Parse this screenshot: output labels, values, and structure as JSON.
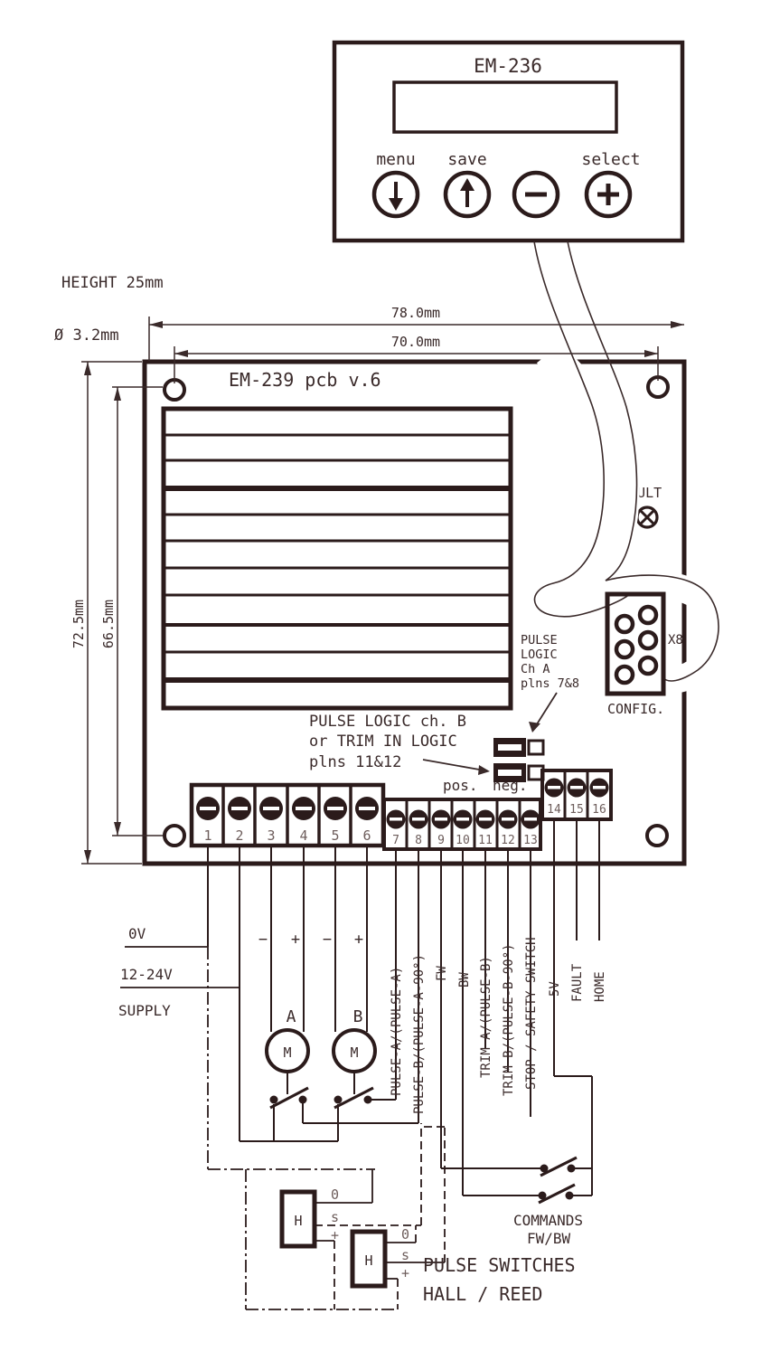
{
  "em236": {
    "title": "EM-236",
    "display_value": "",
    "buttons": [
      {
        "label": "menu",
        "glyph": "down-arrow"
      },
      {
        "label": "save",
        "glyph": "up-arrow"
      },
      {
        "label": "",
        "glyph": "minus"
      },
      {
        "label": "select",
        "glyph": "plus"
      }
    ]
  },
  "dimensions": {
    "height_note": "HEIGHT 25mm",
    "hole_diameter": "Ø 3.2mm",
    "width_outer": "78.0mm",
    "width_holes": "70.0mm",
    "height_outer": "72.5mm",
    "height_holes": "66.5mm"
  },
  "board": {
    "title": "EM-239 pcb v.6",
    "fault_label": "FAULT",
    "x8_label": "X8",
    "config_label": "CONFIG.",
    "pulse_logic_a": [
      "PULSE",
      "LOGIC",
      "Ch A",
      "plns 7&8"
    ],
    "pulse_logic_b": [
      "PULSE LOGIC ch. B",
      "or TRIM IN LOGIC",
      "plns 11&12"
    ],
    "pos_label": "pos.",
    "neg_label": "neg."
  },
  "terminals": [
    "1",
    "2",
    "3",
    "4",
    "5",
    "6",
    "7",
    "8",
    "9",
    "10",
    "11",
    "12",
    "13",
    "14",
    "15",
    "16"
  ],
  "pins": [
    {
      "pin": "7",
      "label": "PULSE-A/(PULSE-A)"
    },
    {
      "pin": "8",
      "label": "PULSE-B/(PULSE-A-90°)"
    },
    {
      "pin": "9",
      "label": "FW"
    },
    {
      "pin": "10",
      "label": "BW"
    },
    {
      "pin": "11",
      "label": "TRIM A/(PULSE-B)"
    },
    {
      "pin": "12",
      "label": "TRIM B/(PULSE-B-90°)"
    },
    {
      "pin": "13",
      "label": "STOP / SAFETY SWITCH"
    },
    {
      "pin": "14",
      "label": "5V"
    },
    {
      "pin": "15",
      "label": "FAULT"
    },
    {
      "pin": "16",
      "label": "HOME"
    }
  ],
  "supply": {
    "zero_v": "0V",
    "range": "12-24V",
    "supply": "SUPPLY"
  },
  "motors": {
    "a": "A",
    "b": "B",
    "symbol": "M",
    "minus": "−",
    "plus": "+"
  },
  "sensors": {
    "symbol": "H",
    "t0": "0",
    "ts": "s",
    "tplus": "+"
  },
  "bottom": {
    "commands_line1": "COMMANDS",
    "commands_line2": "FW/BW",
    "pulse_switches_line1": "PULSE SWITCHES",
    "pulse_switches_line2": "HALL / REED"
  },
  "colors": {
    "ink": "#2b1b1b",
    "text": "#3a2a2a",
    "muted": "#6e5e5c",
    "paper": "#ffffff"
  }
}
